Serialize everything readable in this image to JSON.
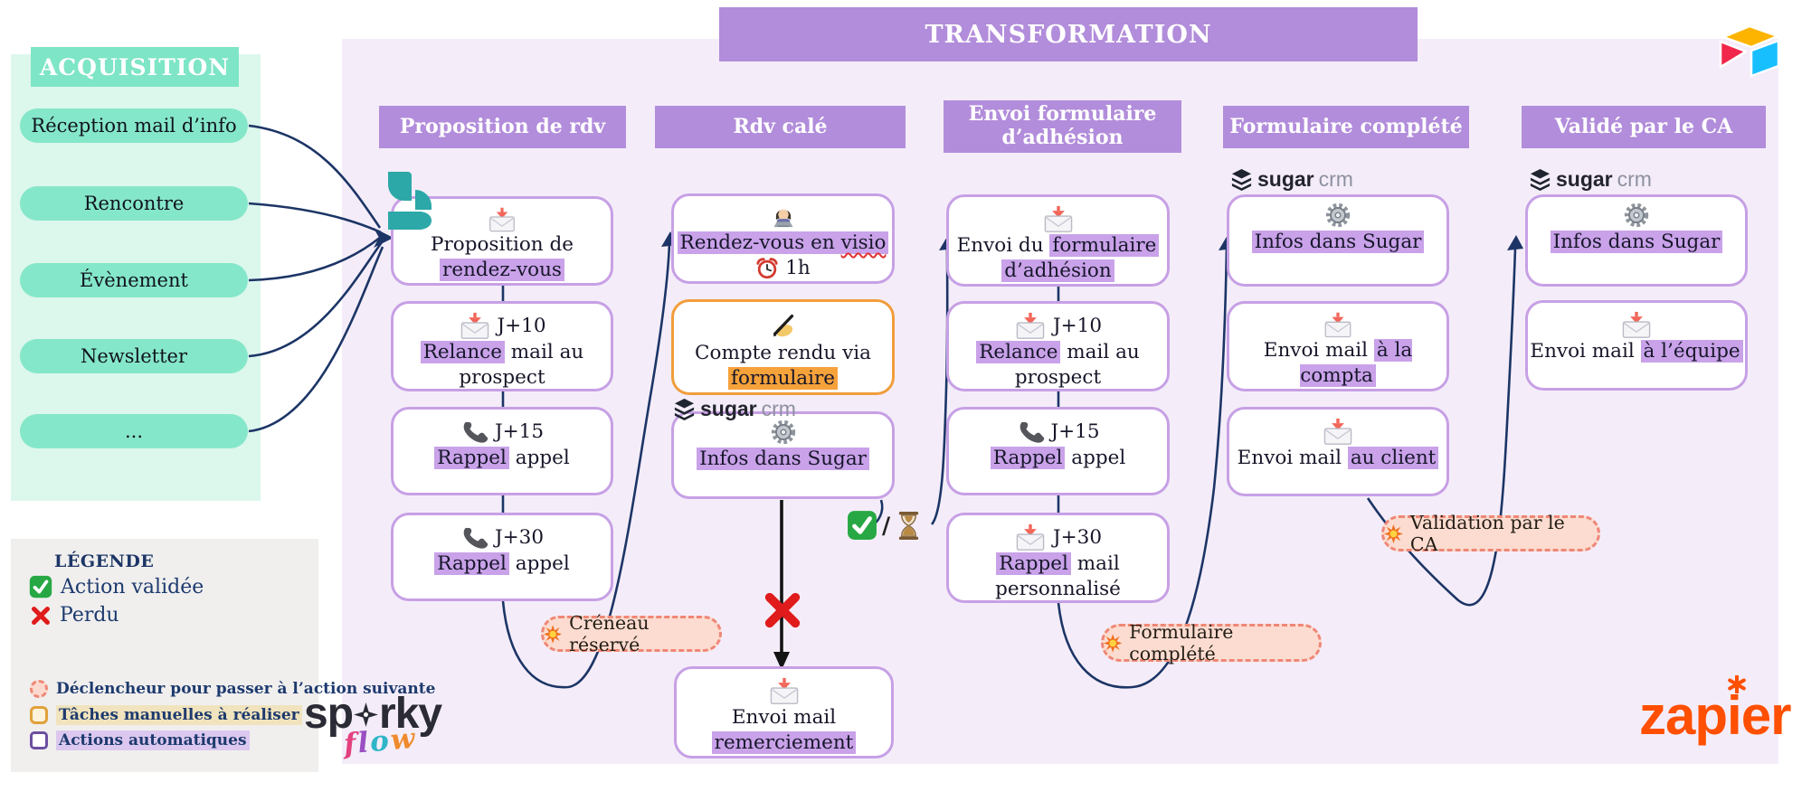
{
  "acquisition": {
    "title": "ACQUISITION",
    "items": [
      "Réception mail d’info",
      "Rencontre",
      "Évènement",
      "Newsletter",
      "..."
    ]
  },
  "transformation": {
    "title": "TRANSFORMATION"
  },
  "cols": {
    "c1": {
      "header": "Proposition de rdv",
      "a": {
        "l1": "Proposition de",
        "l2": "rendez-vous"
      },
      "b": {
        "tag": "J+10",
        "hl": "Relance",
        "rest": " mail au prospect"
      },
      "c": {
        "tag": "J+15",
        "hl": "Rappel",
        "rest": " appel"
      },
      "d": {
        "tag": "J+30",
        "hl": "Rappel",
        "rest": " appel"
      }
    },
    "c2": {
      "header": "Rdv calé",
      "a": {
        "hl1": "Rendez-vous en ",
        "wavy": "visio",
        "dur": "1h"
      },
      "b": {
        "l1": "Compte rendu via",
        "hl": "formulaire"
      },
      "c": {
        "hl": "Infos dans Sugar"
      },
      "d": {
        "pre": "Envoi mail ",
        "hl": "remerciement"
      }
    },
    "c3": {
      "header": "Envoi formulaire d’adhésion",
      "a": {
        "pre": "Envoi du ",
        "hl1": "formulaire",
        "hl2": "d’adhésion"
      },
      "b": {
        "tag": "J+10",
        "hl": "Relance",
        "rest": " mail au prospect"
      },
      "c": {
        "tag": "J+15",
        "hl": "Rappel",
        "rest": " appel"
      },
      "d": {
        "tag": "J+30",
        "hl": "Rappel",
        "rest": " mail personnalisé"
      }
    },
    "c4": {
      "header": "Formulaire complété",
      "a": {
        "hl": "Infos dans Sugar"
      },
      "b": {
        "pre": "Envoi mail ",
        "hl": "à la compta"
      },
      "c": {
        "pre": "Envoi mail ",
        "hl": "au client"
      }
    },
    "c5": {
      "header": "Validé par le CA",
      "a": {
        "hl": "Infos dans Sugar"
      },
      "b": {
        "pre": "Envoi mail ",
        "hl": "à l’équipe"
      }
    }
  },
  "badges": {
    "b1": "Créneau réservé",
    "b2": "Formulaire complété",
    "b3": "Validation par le CA"
  },
  "gate": {
    "slash": "/"
  },
  "legend": {
    "title": "LÉGENDE",
    "validated": "Action validée",
    "lost": "Perdu",
    "trigger": "Déclencheur pour passer à l’action suivante",
    "manual": "Tâches manuelles à réaliser",
    "auto": "Actions automatiques"
  },
  "logos": {
    "sugarcrm": {
      "bold": "sugar",
      "light": "crm"
    },
    "zapier": {
      "p1": "zap",
      "p2": "i",
      "p3": "er"
    },
    "sparky": {
      "p1": "sp",
      "p2": "rky",
      "flow": [
        "f",
        "l",
        "o",
        "w"
      ]
    }
  },
  "colors": {
    "accent_purple": "#b28ddb",
    "highlight_purple": "#c9a2e9",
    "mint": "#85e7c9",
    "navy_arrow": "#1c3566",
    "badge_fill": "#fcdcd0",
    "badge_border": "#ef8777",
    "orange_task": "#f19d3c",
    "zapier_orange": "#ff4f00"
  }
}
